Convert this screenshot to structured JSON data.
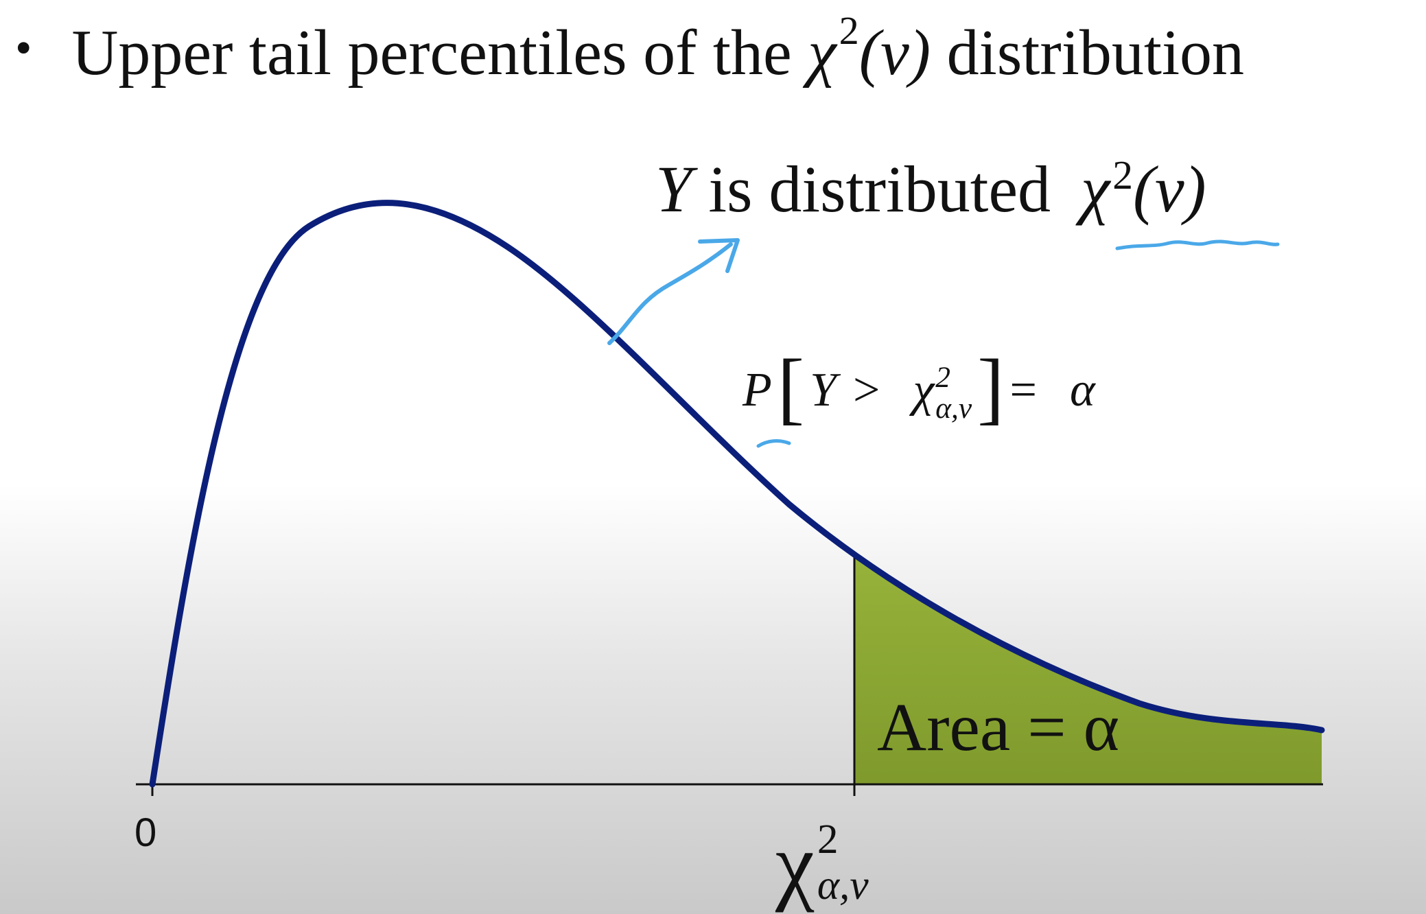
{
  "header": {
    "bullet": "•",
    "text": "Upper tail percentiles of the",
    "chi_symbol": "χ",
    "superscript": "2",
    "paren_arg": "(v)",
    "trailing": "distribution"
  },
  "annotations": {
    "distributed": {
      "variable": "Y",
      "text": "is distributed",
      "chi_symbol": "χ",
      "superscript": "2",
      "paren_arg": "(v)"
    },
    "probability": {
      "P": "P",
      "open_bracket": "[",
      "Y": "Y",
      "gt": ">",
      "chi_symbol": "χ",
      "sup": "2",
      "sub": "α,v",
      "close_bracket": "]",
      "eq": "=",
      "alpha": "α"
    },
    "area_label": "Area = α"
  },
  "axis": {
    "zero_label": "0",
    "critical": {
      "chi_symbol": "χ",
      "sup": "2",
      "sub": "α,v"
    }
  },
  "colors": {
    "curve": "#0b1f7a",
    "area_fill": "#8aa633",
    "ink": "#4aa8e8",
    "axis": "#111111"
  }
}
